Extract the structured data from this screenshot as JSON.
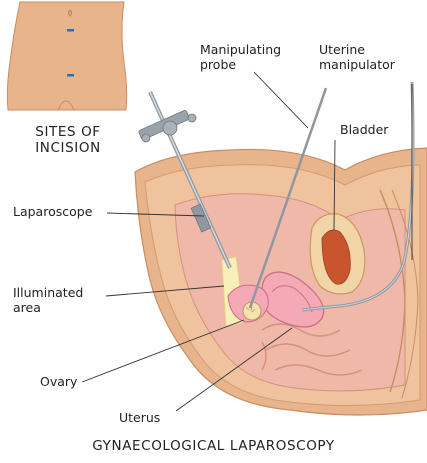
{
  "diagram": {
    "title": "GYNAECOLOGICAL LAPAROSCOPY",
    "inset_caption": [
      "SITES OF",
      "INCISION"
    ],
    "labels": {
      "manipulating_probe": [
        "Manipulating",
        "probe"
      ],
      "uterine_manipulator": [
        "Uterine",
        "manipulator"
      ],
      "bladder": "Bladder",
      "laparoscope": "Laparoscope",
      "illuminated_area": [
        "Illuminated",
        "area"
      ],
      "ovary": "Ovary",
      "uterus": "Uterus"
    },
    "colors": {
      "skin": "#e7b48c",
      "skin_dark": "#c98d63",
      "tissue": "#f0b8a8",
      "uterus": "#f5a9b6",
      "bladder": "#f1d5a6",
      "bladder_inner": "#c8552e",
      "instrument": "#9aa3aa",
      "incision": "#2f6fb5",
      "light": "#f9f0b8"
    }
  }
}
